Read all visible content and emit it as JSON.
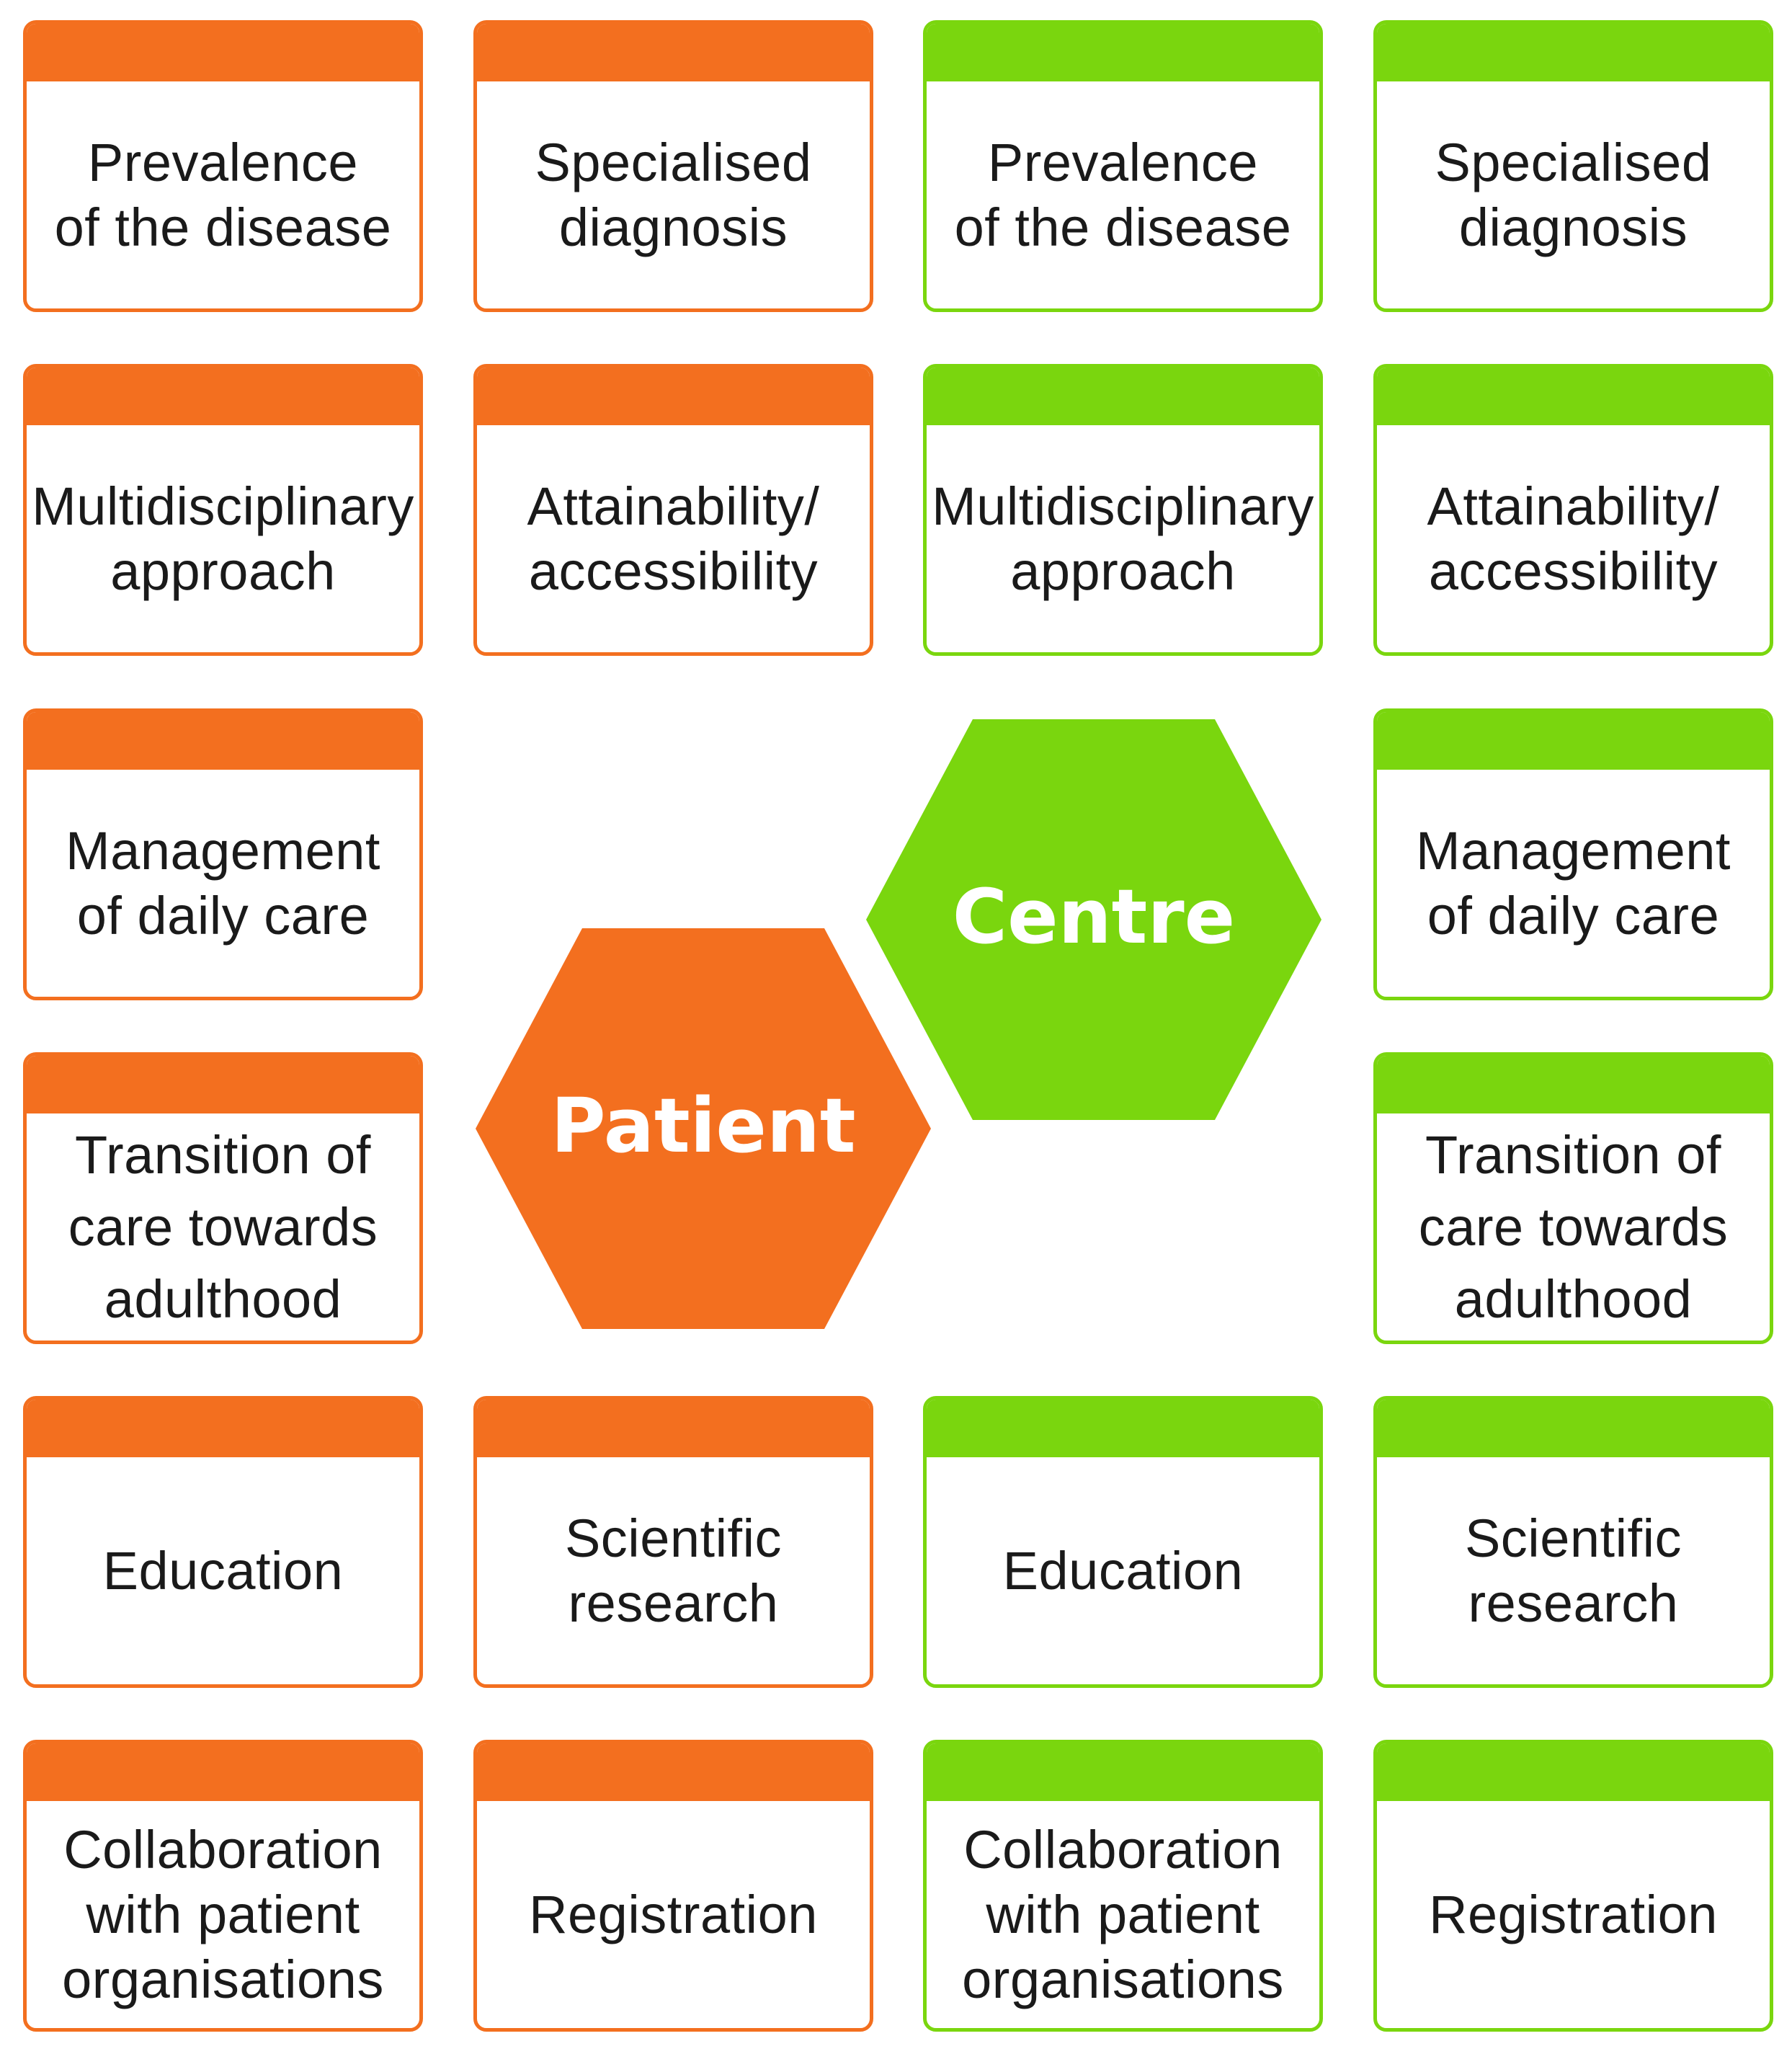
{
  "colors": {
    "patient": "#f36f1f",
    "centre": "#7ad60e",
    "text": "#1a1a1a"
  },
  "hexagons": {
    "patient": "Patient",
    "centre": "Centre"
  },
  "patient_cards": {
    "prevalence": "Prevalence\nof the disease",
    "diagnosis": "Specialised\ndiagnosis",
    "multidisciplinary": "Multidisciplinary\napproach",
    "attainability": "Attainability/\naccessibility",
    "daily_care": "Management\nof daily care",
    "transition": "Transition of\ncare towards\nadulthood",
    "education": "Education",
    "research": "Scientific\nresearch",
    "collaboration": "Collaboration\nwith patient\norganisations",
    "registration": "Registration"
  },
  "centre_cards": {
    "prevalence": "Prevalence\nof the disease",
    "diagnosis": "Specialised\ndiagnosis",
    "multidisciplinary": "Multidisciplinary\napproach",
    "attainability": "Attainability/\naccessibility",
    "daily_care": "Management\nof daily care",
    "transition": "Transition of\ncare towards\nadulthood",
    "education": "Education",
    "research": "Scientific\nresearch",
    "collaboration": "Collaboration\nwith patient\norganisations",
    "registration": "Registration"
  }
}
